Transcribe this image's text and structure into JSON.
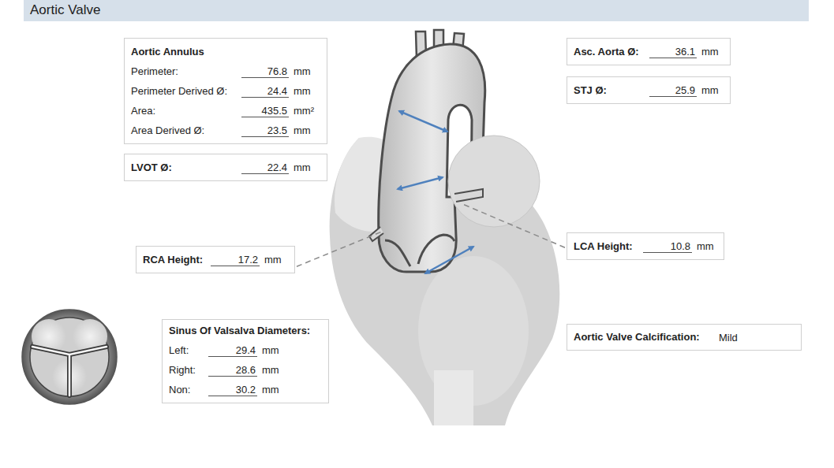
{
  "diagram": {
    "title": "Aortic Valve",
    "nodes": [
      {
        "text": [
          "Aortic Annulus",
          "Perimeter:",
          "76.8",
          "mm",
          "Perimeter Derived Ø:",
          "24.4",
          "mm",
          "Area:",
          "435.5",
          "mm²",
          "Area Derived Ø:",
          "23.5",
          "mm"
        ]
      },
      {
        "text": [
          "LVOT Ø:",
          "22.4",
          "mm"
        ]
      },
      {
        "text": [
          "RCA Height:",
          "17.2",
          "mm"
        ]
      },
      {
        "text": [
          "Sinus Of Valsalva Diameters:",
          "Left:",
          "29.4",
          "mm",
          "Right:",
          "28.6",
          "mm",
          "Non:",
          "30.2",
          "mm"
        ]
      },
      {
        "text": [
          "Asc. Aorta Ø:",
          "36.1",
          "mm"
        ]
      },
      {
        "text": [
          "STJ Ø:",
          "25.9",
          "mm"
        ]
      },
      {
        "text": [
          "LCA Height:",
          "10.8",
          "mm"
        ]
      },
      {
        "text": [
          "Aortic Valve Calcification:",
          "Mild"
        ]
      }
    ]
  }
}
